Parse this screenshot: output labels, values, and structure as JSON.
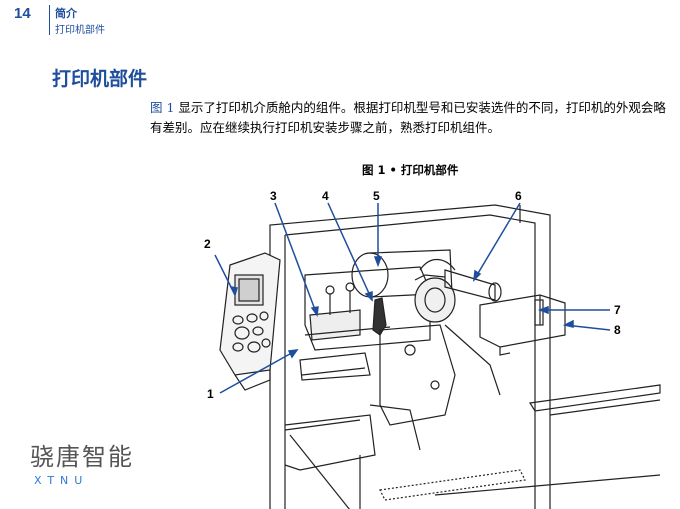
{
  "header": {
    "page_number": "14",
    "chapter": "简介",
    "section": "打印机部件"
  },
  "section_title": "打印机部件",
  "intro": {
    "fig_ref": "图 1",
    "text": " 显示了打印机介质舱内的组件。根据打印机型号和已安装选件的不同，打印机的外观会略有差别。应在继续执行打印机安装步骤之前，熟悉打印机组件。"
  },
  "figure": {
    "caption": "图 1 • 打印机部件",
    "callouts": [
      "1",
      "2",
      "3",
      "4",
      "5",
      "6",
      "7",
      "8"
    ]
  },
  "watermark": {
    "cn": "骁唐智能",
    "en": "XTNU"
  }
}
